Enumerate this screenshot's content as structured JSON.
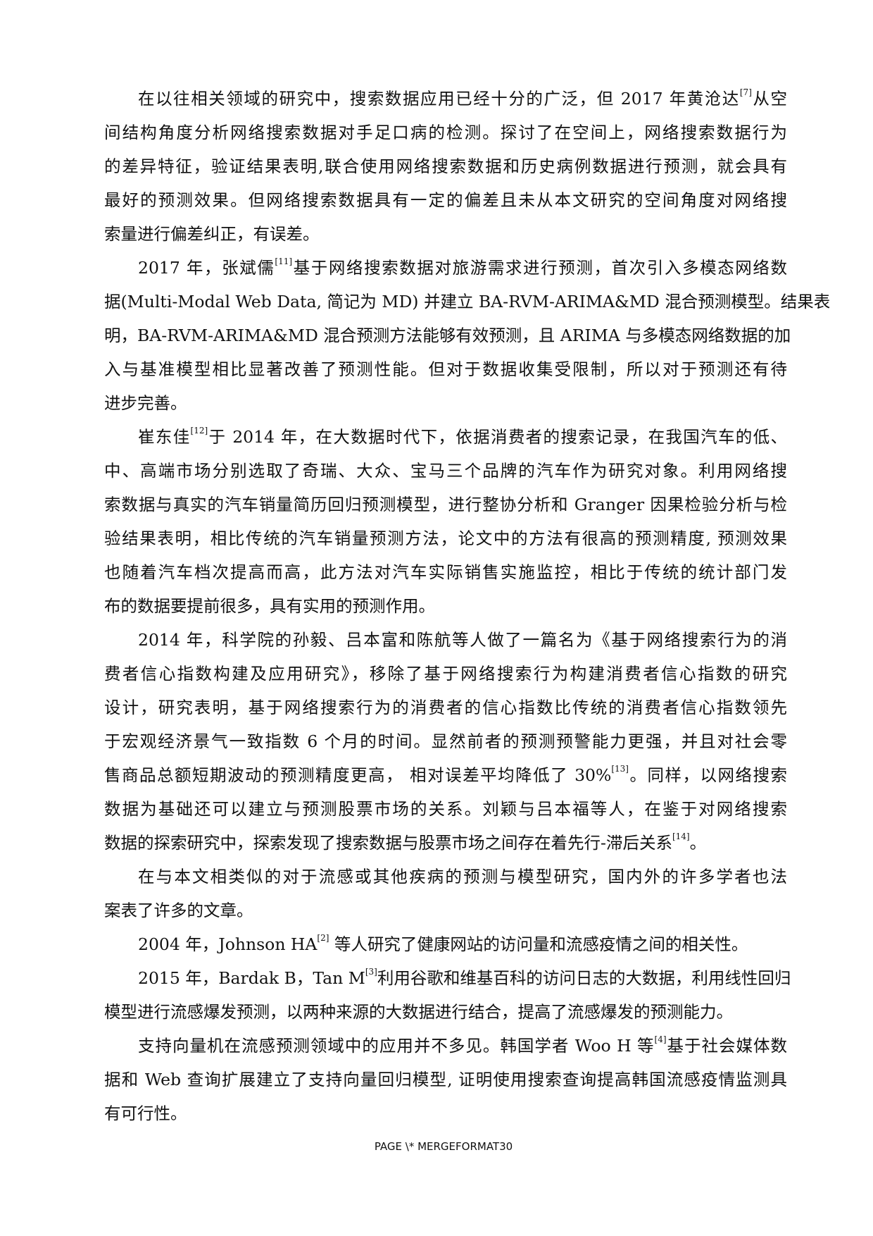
{
  "paragraphs": [
    {
      "lines": [
        [
          "在以往相关领域的研究中，搜索数据应用已经十分的广泛，但 2017 年黄沧达",
          {
            "sup": "[7]"
          },
          "从空"
        ],
        [
          "间结构角度分析网络搜索数据对手足口病的检测。探讨了在空间上，网络搜索数据行为"
        ],
        [
          "的差异特征，验证结果表明,联合使用网络搜索数据和历史病例数据进行预测，就会具有"
        ],
        [
          "最好的预测效果。但网络搜索数据具有一定的偏差且未从本文研究的空间角度对网络搜"
        ],
        [
          "索量进行偏差纠正，有误差。"
        ]
      ]
    },
    {
      "lines": [
        [
          "2017 年，张斌儒",
          {
            "sup": "[11]"
          },
          "基于网络搜索数据对旅游需求进行预测，首次引入多模态网络数"
        ],
        [
          "据(Multi-Modal Web Data, 简记为 MD) 并建立 BA-RVM-ARIMA&MD 混合预测模型。结果表"
        ],
        [
          "明，BA-RVM-ARIMA&MD 混合预测方法能够有效预测，且 ARIMA 与多模态网络数据的加"
        ],
        [
          "入与基准模型相比显著改善了预测性能。但对于数据收集受限制，所以对于预测还有待"
        ],
        [
          "进步完善。"
        ]
      ]
    },
    {
      "lines": [
        [
          "崔东佳",
          {
            "sup": "[12]"
          },
          "于 2014 年，在大数据时代下，依据消费者的搜索记录，在我国汽车的低、"
        ],
        [
          "中、高端市场分别选取了奇瑞、大众、宝马三个品牌的汽车作为研究对象。利用网络搜"
        ],
        [
          "索数据与真实的汽车销量简历回归预测模型，进行整协分析和 Granger 因果检验分析与检"
        ],
        [
          "验结果表明，相比传统的汽车销量预测方法，论文中的方法有很高的预测精度, 预测效果"
        ],
        [
          "也随着汽车档次提高而高，此方法对汽车实际销售实施监控，相比于传统的统计部门发"
        ],
        [
          "布的数据要提前很多，具有实用的预测作用。"
        ]
      ]
    },
    {
      "lines": [
        [
          "2014 年，科学院的孙毅、吕本富和陈航等人做了一篇名为《基于网络搜索行为的消"
        ],
        [
          "费者信心指数构建及应用研究》，移除了基于网络搜索行为构建消费者信心指数的研究"
        ],
        [
          "设计，研究表明，基于网络搜索行为的消费者的信心指数比传统的消费者信心指数领先"
        ],
        [
          "于宏观经济景气一致指数  6 个月的时间。显然前者的预测预警能力更强，并且对社会零"
        ],
        [
          "售商品总额短期波动的预测精度更高，  相对误差平均降低了 30%",
          {
            "sup": "[13]"
          },
          "。同样，以网络搜索"
        ],
        [
          "数据为基础还可以建立与预测股票市场的关系。刘颖与吕本福等人，在鉴于对网络搜索"
        ],
        [
          "数据的探索研究中，探索发现了搜索数据与股票市场之间存在着先行-滞后关系",
          {
            "sup": "[14]"
          },
          "。"
        ]
      ]
    },
    {
      "lines": [
        [
          "在与本文相类似的对于流感或其他疾病的预测与模型研究，国内外的许多学者也法"
        ],
        [
          "案表了许多的文章。"
        ]
      ]
    },
    {
      "lines": [
        [
          "2004 年，Johnson HA",
          {
            "sup": "[2]"
          },
          " 等人研究了健康网站的访问量和流感疫情之间的相关性。"
        ]
      ]
    },
    {
      "lines": [
        [
          "2015 年，Bardak B，Tan M",
          {
            "sup": "[3]"
          },
          "利用谷歌和维基百科的访问日志的大数据，利用线性回归"
        ],
        [
          "模型进行流感爆发预测，以两种来源的大数据进行结合，提高了流感爆发的预测能力。"
        ]
      ]
    },
    {
      "lines": [
        [
          "支持向量机在流感预测领域中的应用并不多见。韩国学者 Woo H 等",
          {
            "sup": "[4]"
          },
          "基于社会媒体数"
        ],
        [
          "据和 Web 查询扩展建立了支持向量回归模型, 证明使用搜索查询提高韩国流感疫情监测具"
        ],
        [
          "有可行性。"
        ]
      ]
    }
  ],
  "footer": {
    "text": "PAGE   \\* MERGEFORMAT30"
  }
}
